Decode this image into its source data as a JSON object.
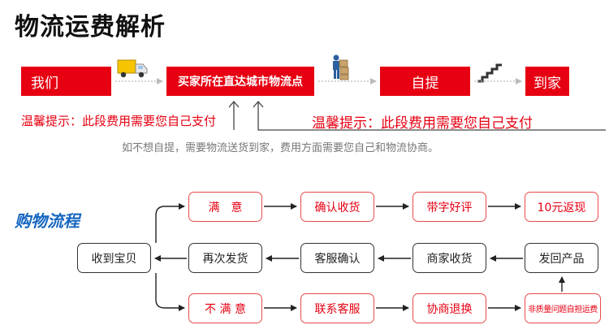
{
  "title": "物流运费解析",
  "flow": {
    "us": "我们",
    "buyer_city_point": "买家所在直达城市物流点",
    "self_pickup": "自提",
    "home_delivery": "到家",
    "tip_left": "温馨提示：此段费用需要您自己支付",
    "tip_right": "温馨提示：此段费用需要您自己支付",
    "note": "如不想自提，需要物流送货到家，费用方面需要您自己和物流协商。"
  },
  "process": {
    "title": "购物流程",
    "receive": "收到宝贝",
    "row1": [
      "满　意",
      "确认收货",
      "带字好评",
      "10元返现"
    ],
    "row2": [
      "再次发货",
      "客服确认",
      "商家收货",
      "发回产品"
    ],
    "row3": [
      "不 满 意",
      "联系客服",
      "协商退换",
      "非质量问题自担运费"
    ]
  },
  "colors": {
    "accent_red": "#e60012",
    "title_blue": "#1565c0"
  }
}
